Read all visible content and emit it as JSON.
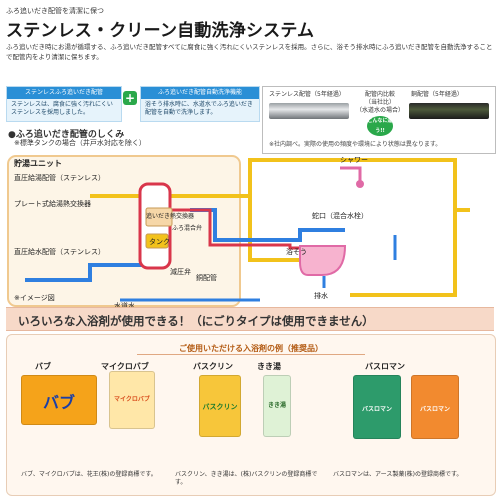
{
  "header": {
    "kicker": "ふろ追いだき配管を清潔に保つ",
    "title": "ステンレス・クリーン自動洗浄システム",
    "intro": "ふろ追いだき時にお湯が循環する、ふろ追いだき配管すべてに腐食に強く汚れにくいステンレスを採用。さらに、浴そう排水時にふろ追いだき配管を自動洗浄することで配管内をより清潔に保ちます。"
  },
  "features": [
    {
      "heading": "ステンレスふろ追いだき配管",
      "text": "ステンレスは、腐食に強く汚れにくいステンレスを採用しました。"
    },
    {
      "heading": "ふろ追いだき配管自動洗浄機能",
      "text": "浴そう排水時に、水道水でふろ追いだき配管を自動で洗浄します。"
    }
  ],
  "comparison": {
    "left_label": "ステンレス配管（5年経過）",
    "center_top": "配管内比較",
    "center_sub": "（当社比）",
    "center_sub2": "（水道水の場合）",
    "center_badge": "こんなに違う!!",
    "right_label": "銅配管（5年経過）",
    "note": "※社内調べ。実際の使用の頻度や環境により状態は異なります。"
  },
  "diagram": {
    "heading": "●ふろ追いだき配管のしくみ",
    "subheading": "※標準タンクの場合（井戸水対応を除く）",
    "unit_label": "貯湯ユニット",
    "labels": {
      "direct_hot": "直圧給湯配管（ステンレス）",
      "plate_exchanger": "プレート式給湯熱交換器",
      "direct_water": "直圧給水配管（ステンレス）",
      "image_note": "※イメージ図",
      "reheat_exchanger": "追いだき熱交換器",
      "tank": "タンク",
      "mixing_valve": "ふろ混合弁",
      "pressure_valve": "減圧弁",
      "copper_pipe": "銅配管",
      "water_supply": "水道水",
      "shower": "シャワー",
      "faucet": "蛇口（混合水栓）",
      "bathtub": "浴そう",
      "drain": "排水"
    },
    "colors": {
      "hot": "#f2c21b",
      "water": "#2f7fe0",
      "reheat": "#d9364b",
      "panel": "#fdf5e7"
    }
  },
  "section2": {
    "title": "いろいろな入浴剤が使用できる！（にごりタイプは使用できません）"
  },
  "products": {
    "heading": "ご使用いただける入浴剤の例（推奨品）",
    "groups": [
      {
        "names": [
          "バブ",
          "マイクロバブ"
        ],
        "note": "バブ、マイクロバブは、花王(株)の登録商標です。"
      },
      {
        "names": [
          "バスクリン",
          "きき湯"
        ],
        "note": "バスクリン、きき湯は、(株)バスクリンの登録商標です。"
      },
      {
        "names": [
          "バスロマン"
        ],
        "note": "バスロマンは、アース製薬(株)の登録商標です。"
      }
    ]
  }
}
